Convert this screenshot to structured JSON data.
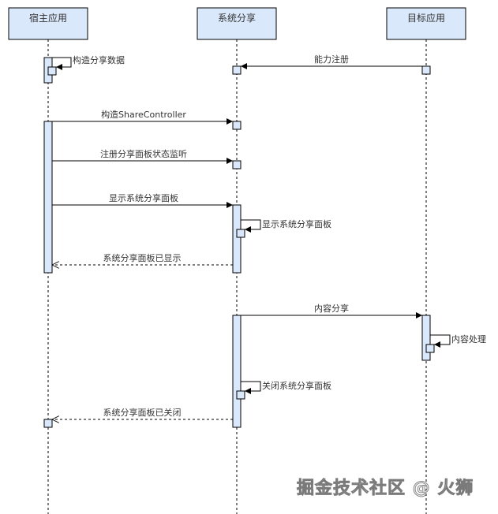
{
  "diagram": {
    "type": "sequence",
    "colors": {
      "box_fill": "#dae8fc",
      "box_stroke": "#000000",
      "line": "#000000",
      "text": "#333333"
    },
    "participants": [
      {
        "id": "host",
        "label": "宿主应用"
      },
      {
        "id": "system",
        "label": "系统分享"
      },
      {
        "id": "target",
        "label": "目标应用"
      }
    ],
    "messages": [
      {
        "id": "m1",
        "from": "host",
        "to": "host",
        "label": "构造分享数据",
        "kind": "self"
      },
      {
        "id": "m2",
        "from": "target",
        "to": "system",
        "label": "能力注册",
        "kind": "sync"
      },
      {
        "id": "m3",
        "from": "host",
        "to": "system",
        "label": "构造ShareController",
        "kind": "sync"
      },
      {
        "id": "m4",
        "from": "host",
        "to": "system",
        "label": "注册分享面板状态监听",
        "kind": "sync"
      },
      {
        "id": "m5",
        "from": "host",
        "to": "system",
        "label": "显示系统分享面板",
        "kind": "sync"
      },
      {
        "id": "m6",
        "from": "system",
        "to": "system",
        "label": "显示系统分享面板",
        "kind": "self"
      },
      {
        "id": "m7",
        "from": "system",
        "to": "host",
        "label": "系统分享面板已显示",
        "kind": "return"
      },
      {
        "id": "m8",
        "from": "system",
        "to": "target",
        "label": "内容分享",
        "kind": "sync"
      },
      {
        "id": "m9",
        "from": "target",
        "to": "target",
        "label": "内容处理",
        "kind": "self"
      },
      {
        "id": "m10",
        "from": "system",
        "to": "system",
        "label": "关闭系统分享面板",
        "kind": "self"
      },
      {
        "id": "m11",
        "from": "system",
        "to": "host",
        "label": "系统分享面板已关闭",
        "kind": "return"
      }
    ]
  },
  "watermark": "掘金技术社区 @ 火狮"
}
